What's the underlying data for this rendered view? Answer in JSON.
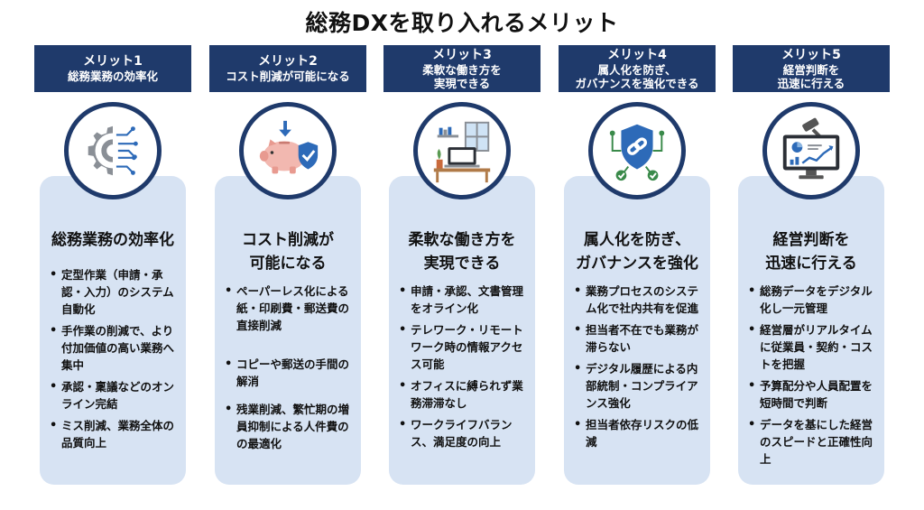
{
  "title": "総務DXを取り入れるメリット",
  "columns": [
    {
      "header_num": "メリット1",
      "header_lines": [
        "総務業務の効率化"
      ],
      "icon": "gear-circuit-icon",
      "card_title_lines": [
        "総務業務の効率化"
      ],
      "bullets": [
        "定型作業（申請・承認・入力）のシステム自動化",
        "手作業の削減で、より付加価値の高い業務へ集中",
        "承認・稟議などのオンライン完結",
        "ミス削減、業務全体の品質向上"
      ]
    },
    {
      "header_num": "メリット2",
      "header_lines": [
        "コスト削減が可能になる"
      ],
      "icon": "piggy-bank-icon",
      "card_title_lines": [
        "コスト削減が",
        "可能になる"
      ],
      "bullets": [
        "ペーパーレス化による紙・印刷費・郵送費の直接削減",
        "コピーや郵送の手間の解消",
        "残業削減、繁忙期の増員抑制による人件費のの最適化"
      ]
    },
    {
      "header_num": "メリット3",
      "header_lines": [
        "柔軟な働き方を",
        "実現できる"
      ],
      "icon": "home-office-icon",
      "card_title_lines": [
        "柔軟な働き方を",
        "実現できる"
      ],
      "bullets": [
        "申請・承認、文書管理をオライン化",
        "テレワーク・リモートワーク時の情報アクセス可能",
        "オフィスに縛られず業務滞滞なし",
        "ワークライフバランス、満足度の向上"
      ]
    },
    {
      "header_num": "メリット4",
      "header_lines": [
        "属人化を防ぎ、",
        "ガバナンスを強化できる"
      ],
      "icon": "shield-chain-icon",
      "card_title_lines": [
        "属人化を防ぎ、",
        "ガバナンスを強化"
      ],
      "bullets": [
        "業務プロセスのシステム化で社内共有を促進",
        "担当者不在でも業務が滞らない",
        "デジタル履歴による内部統制・コンプライアンス強化",
        "担当者依存リスクの低減"
      ]
    },
    {
      "header_num": "メリット5",
      "header_lines": [
        "経営判断を",
        "迅速に行える"
      ],
      "icon": "monitor-chart-icon",
      "card_title_lines": [
        "経営判断を",
        "迅速に行える"
      ],
      "bullets": [
        "総務データをデジタル化し一元管理",
        "経営層がリアルタイムに従業員・契約・コストを把握",
        "予算配分や人員配置を短時間で判断",
        "データを基にした経営のスピードと正確性向上"
      ]
    }
  ],
  "colors": {
    "navy": "#1f3a6b",
    "card_bg": "#d7e3f3",
    "accent": "#2d6ab8"
  }
}
